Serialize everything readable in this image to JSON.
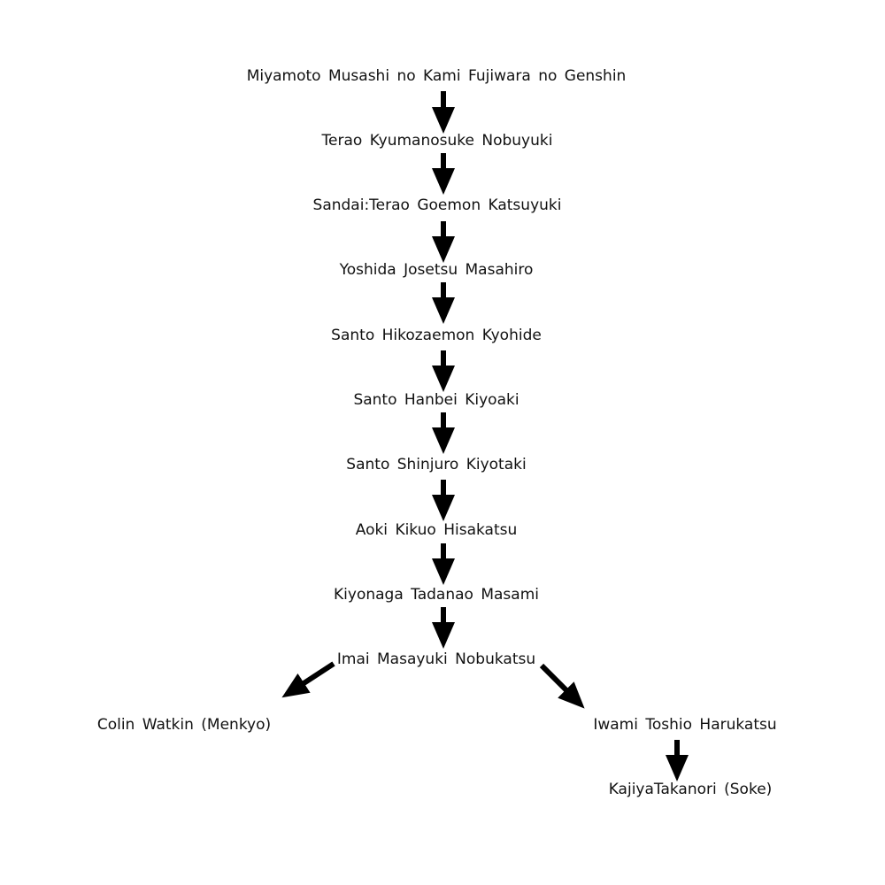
{
  "lineage": [
    "Miyamoto Musashi no Kami Fujiwara no Genshin",
    "Terao Kyumanosuke Nobuyuki",
    "Sandai:Terao Goemon Katsuyuki",
    "Yoshida Josetsu Masahiro",
    "Santo Hikozaemon Kyohide",
    "Santo Hanbei Kiyoaki",
    "Santo Shinjuro Kiyotaki",
    "Aoki Kikuo Hisakatsu",
    "Kiyonaga Tadanao Masami",
    "Imai Masayuki Nobukatsu"
  ],
  "branches": {
    "left": "Colin Watkin (Menkyo)",
    "right": "Iwami Toshio Harukatsu",
    "right_successor": "KajiyaTakanori (Soke)"
  },
  "colors": {
    "text": "#111111",
    "arrow": "#000000",
    "background": "#ffffff"
  }
}
